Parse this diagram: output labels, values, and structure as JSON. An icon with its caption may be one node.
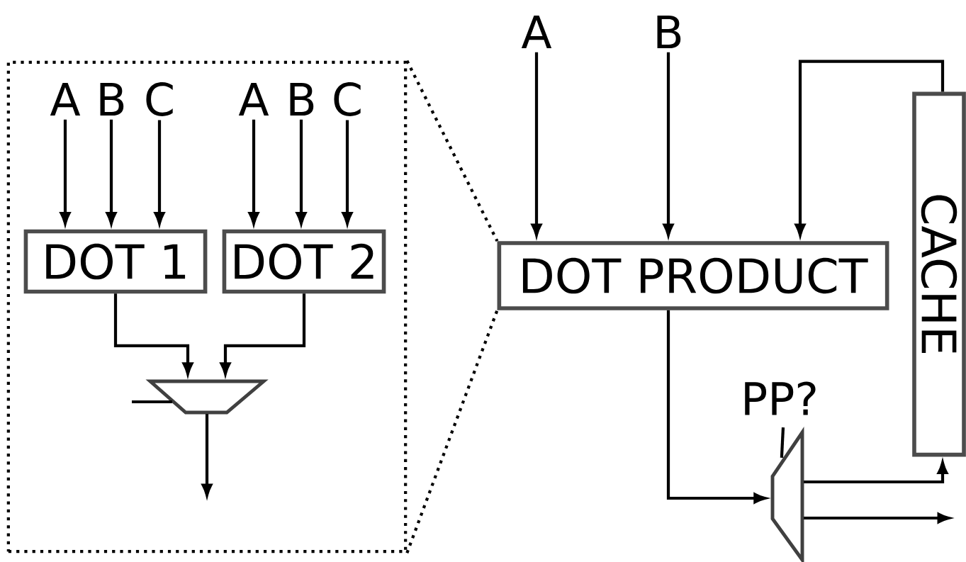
{
  "diagram": {
    "nodes": [
      {
        "text": [],
        "shape": "box"
      },
      {
        "text": [
          "A"
        ],
        "in": 0
      },
      {
        "text": [
          "B"
        ],
        "in": 0
      },
      {
        "text": [
          "C"
        ],
        "in": 0
      },
      {
        "text": [
          "A"
        ],
        "in": 0
      },
      {
        "text": [
          "B"
        ],
        "in": 0
      },
      {
        "text": [
          "C"
        ],
        "in": 0
      },
      {
        "text": [
          "DOT 1"
        ],
        "in": 0
      },
      {
        "text": [
          "DOT 2"
        ],
        "in": 0
      },
      {
        "text": [],
        "shape": "trapezoid",
        "in": 0
      },
      {
        "text": [
          "A"
        ]
      },
      {
        "text": [
          "B"
        ]
      },
      {
        "text": [
          "DOT PRODUCT"
        ]
      },
      {
        "text": [
          "CACHE"
        ]
      },
      {
        "text": [
          "PP?"
        ]
      },
      {
        "text": [],
        "shape": "trapezoid"
      }
    ],
    "edges": [
      {
        "from": 1,
        "to": 7,
        "arrow": "to"
      },
      {
        "from": 2,
        "to": 7,
        "arrow": "to"
      },
      {
        "from": 3,
        "to": 7,
        "arrow": "to"
      },
      {
        "from": 4,
        "to": 8,
        "arrow": "to"
      },
      {
        "from": 5,
        "to": 8,
        "arrow": "to"
      },
      {
        "from": 6,
        "to": 8,
        "arrow": "to"
      },
      {
        "from": 7,
        "to": 9,
        "arrow": "to"
      },
      {
        "from": 8,
        "to": 9,
        "arrow": "to"
      },
      {
        "from": 9,
        "to": null,
        "arrow": "to"
      },
      {
        "from": null,
        "to": 9,
        "arrow": "none"
      },
      {
        "from": 10,
        "to": 12,
        "arrow": "to"
      },
      {
        "from": 11,
        "to": 12,
        "arrow": "to"
      },
      {
        "from": 13,
        "to": 12,
        "arrow": "to"
      },
      {
        "from": 12,
        "to": 15,
        "arrow": "to"
      },
      {
        "from": 14,
        "to": 15,
        "arrow": "none"
      },
      {
        "from": 15,
        "to": 13,
        "arrow": "to"
      },
      {
        "from": 15,
        "to": null,
        "arrow": "to"
      },
      {
        "from": 0,
        "to": 12,
        "arrow": "none",
        "style": "dashed"
      },
      {
        "from": 0,
        "to": 12,
        "arrow": "none",
        "style": "dashed"
      }
    ]
  }
}
